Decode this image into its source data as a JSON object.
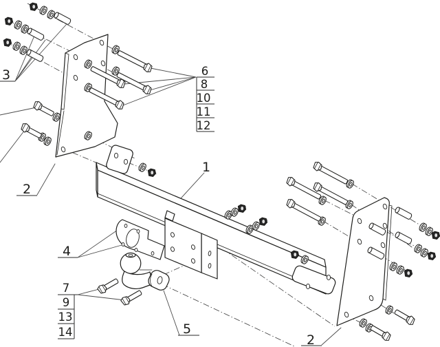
{
  "diagram": {
    "kind": "exploded-parts-drawing",
    "subject": "Towbar trailer-hitch exploded assembly",
    "background_color": "#ffffff",
    "line_color": "#1d1d1b",
    "leader_color": "#4a4a4a",
    "labels": {
      "part1_beam": "1",
      "part2_left_bracket": "2",
      "part2_right_bracket": "2",
      "part3_spacers": "3",
      "part4_socket_plate": "4",
      "part5_ball": "5"
    },
    "callout_top_right": [
      "6",
      "8",
      "10",
      "11",
      "12"
    ],
    "callout_bottom_left": [
      "7",
      "9",
      "13",
      "14"
    ]
  }
}
